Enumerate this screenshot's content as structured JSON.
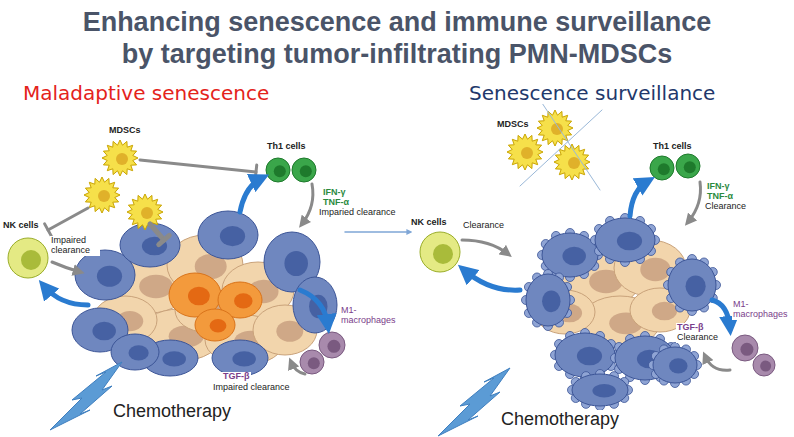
{
  "diagram": {
    "title": "Enhancing senescence and immune surveillance by targeting tumor-infiltrating PMN-MDSCs",
    "labels": [
      "Maladaptive senescence",
      "Senescence surveillance",
      "MDSCs",
      "Th1 cells",
      "IFN-γ",
      "TNF-α",
      "Imparied clearance",
      "NK cells",
      "Impaired clearance",
      "TGF-β",
      "Impaired clearance",
      "M1-macrophages",
      "Chemotherapy",
      "MDSCs",
      "Th1 cells",
      "IFN-γ",
      "TNF-α",
      "Clearance",
      "NK cells",
      "Clearance",
      "M1-macrophages",
      "TGF-β",
      "Clearance",
      "Chemotherapy"
    ]
  }
}
